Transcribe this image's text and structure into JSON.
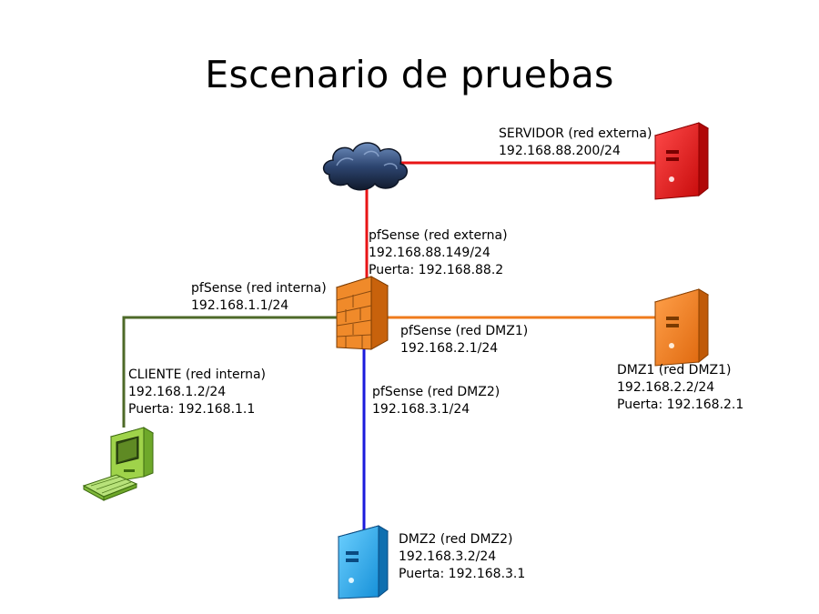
{
  "title": "Escenario de pruebas",
  "colors": {
    "external_link": "#e81416",
    "internal_link": "#4e6a28",
    "dmz1_link": "#ef7b1c",
    "dmz2_link": "#1a1adc",
    "servidor": "#e51b1b",
    "dmz1": "#f07d1e",
    "dmz2": "#2aa6e6",
    "cliente": "#9fd34a",
    "firewall": "#f08a2a",
    "cloud": "#1e2d48"
  },
  "nodes": {
    "servidor": {
      "icon": "red-server-icon",
      "lines": [
        "SERVIDOR (red externa)",
        "192.168.88.200/24"
      ]
    },
    "pfsense_externa": {
      "lines": [
        "pfSense (red externa)",
        "192.168.88.149/24",
        "Puerta: 192.168.88.2"
      ]
    },
    "pfsense_interna": {
      "lines": [
        "pfSense (red interna)",
        "192.168.1.1/24"
      ]
    },
    "pfsense_dmz1": {
      "lines": [
        "pfSense  (red DMZ1)",
        "192.168.2.1/24"
      ]
    },
    "pfsense_dmz2": {
      "lines": [
        "pfSense  (red DMZ2)",
        "192.168.3.1/24"
      ]
    },
    "cliente": {
      "icon": "client-computer-icon",
      "lines": [
        "CLIENTE (red interna)",
        "192.168.1.2/24",
        "Puerta: 192.168.1.1"
      ]
    },
    "dmz1": {
      "icon": "orange-server-icon",
      "lines": [
        "DMZ1 (red DMZ1)",
        "192.168.2.2/24",
        "Puerta: 192.168.2.1"
      ]
    },
    "dmz2": {
      "icon": "blue-server-icon",
      "lines": [
        "DMZ2 (red DMZ2)",
        "192.168.3.2/24",
        "Puerta: 192.168.3.1"
      ]
    },
    "internet": {
      "icon": "cloud-icon"
    },
    "firewall": {
      "icon": "firewall-brick-icon"
    }
  }
}
